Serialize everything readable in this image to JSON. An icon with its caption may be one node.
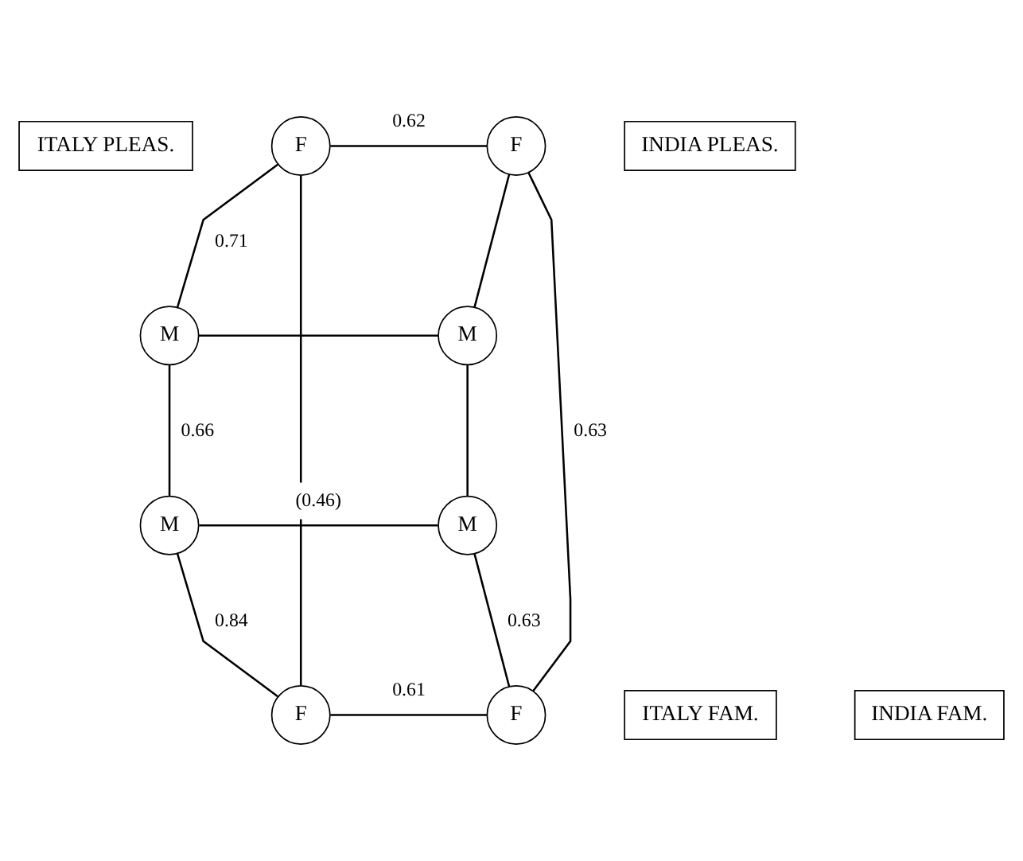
{
  "diagram": {
    "nodes": [
      {
        "text": [
          "ITALY PLEAS."
        ]
      },
      {
        "text": [
          "F"
        ]
      },
      {
        "text": [
          "F"
        ]
      },
      {
        "text": [
          "INDIA PLEAS."
        ]
      },
      {
        "text": [
          "M"
        ]
      },
      {
        "text": [
          "M"
        ]
      },
      {
        "text": [
          "M"
        ]
      },
      {
        "text": [
          "M"
        ]
      },
      {
        "text": [
          "ITALY FAM."
        ]
      },
      {
        "text": [
          "F"
        ]
      },
      {
        "text": [
          "F"
        ]
      },
      {
        "text": [
          "INDIA FAM."
        ]
      }
    ],
    "edges": [
      {
        "from": 1,
        "to": 2,
        "arrow": "none",
        "label": "0.62"
      },
      {
        "from": 1,
        "to": 4,
        "arrow": "none",
        "label": "0.71"
      },
      {
        "from": 2,
        "to": 5,
        "arrow": "none"
      },
      {
        "from": 4,
        "to": 5,
        "arrow": "none"
      },
      {
        "from": 1,
        "to": 9,
        "arrow": "none"
      },
      {
        "from": 2,
        "to": 10,
        "arrow": "none",
        "label": "0.63"
      },
      {
        "from": 4,
        "to": 6,
        "arrow": "none",
        "label": "0.66"
      },
      {
        "from": 5,
        "to": 7,
        "arrow": "none"
      },
      {
        "from": 6,
        "to": 7,
        "arrow": "none",
        "label": "(0.46)"
      },
      {
        "from": 6,
        "to": 9,
        "arrow": "none",
        "label": "0.84"
      },
      {
        "from": 7,
        "to": 10,
        "arrow": "none",
        "label": "0.63"
      },
      {
        "from": 9,
        "to": 10,
        "arrow": "none",
        "label": "0.61"
      }
    ]
  }
}
